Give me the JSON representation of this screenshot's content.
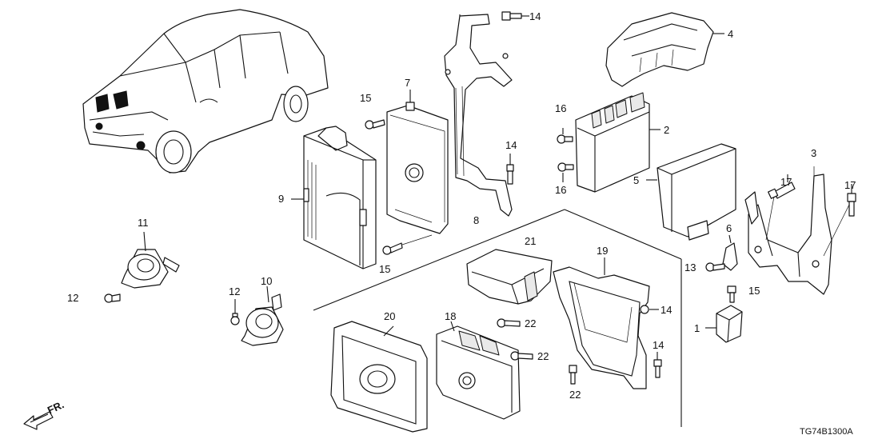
{
  "callouts": {
    "c1": "1",
    "c2": "2",
    "c3": "3",
    "c4": "4",
    "c5": "5",
    "c6": "6",
    "c7": "7",
    "c8": "8",
    "c9": "9",
    "c10": "10",
    "c11": "11",
    "c12a": "12",
    "c12b": "12",
    "c13": "13",
    "c14a": "14",
    "c14b": "14",
    "c14c": "14",
    "c14d": "14",
    "c15a": "15",
    "c15b": "15",
    "c15c": "15",
    "c16a": "16",
    "c16b": "16",
    "c17a": "17",
    "c17b": "17",
    "c18": "18",
    "c19": "19",
    "c20": "20",
    "c21": "21",
    "c22a": "22",
    "c22b": "22",
    "c22c": "22"
  },
  "direction_marker": "FR.",
  "diagram_code": "TG74B1300A",
  "icons": {
    "vehicle": "suv-vehicle-icon",
    "front_arrow": "front-direction-arrow-icon"
  }
}
